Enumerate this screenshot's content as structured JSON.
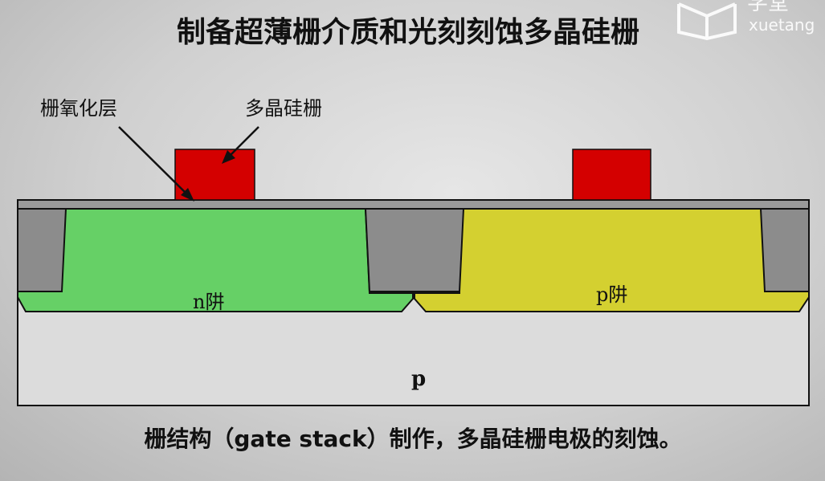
{
  "title": "制备超薄栅介质和光刻刻蚀多晶硅栅",
  "logo": {
    "text_cn": "学堂",
    "text_en": "xuetang"
  },
  "labels": {
    "gate_oxide": "栅氧化层",
    "poly_gate": "多晶硅栅",
    "n_well": "n阱",
    "p_well": "p阱",
    "substrate": "p"
  },
  "caption": "栅结构（gate stack）制作，多晶硅栅电极的刻蚀。",
  "colors": {
    "poly_gate": "#d40000",
    "n_well": "#66d066",
    "p_well": "#d4d030",
    "sti": "#8c8c8c",
    "oxide": "#9a9a9a",
    "substrate": "#d8d8d8"
  }
}
